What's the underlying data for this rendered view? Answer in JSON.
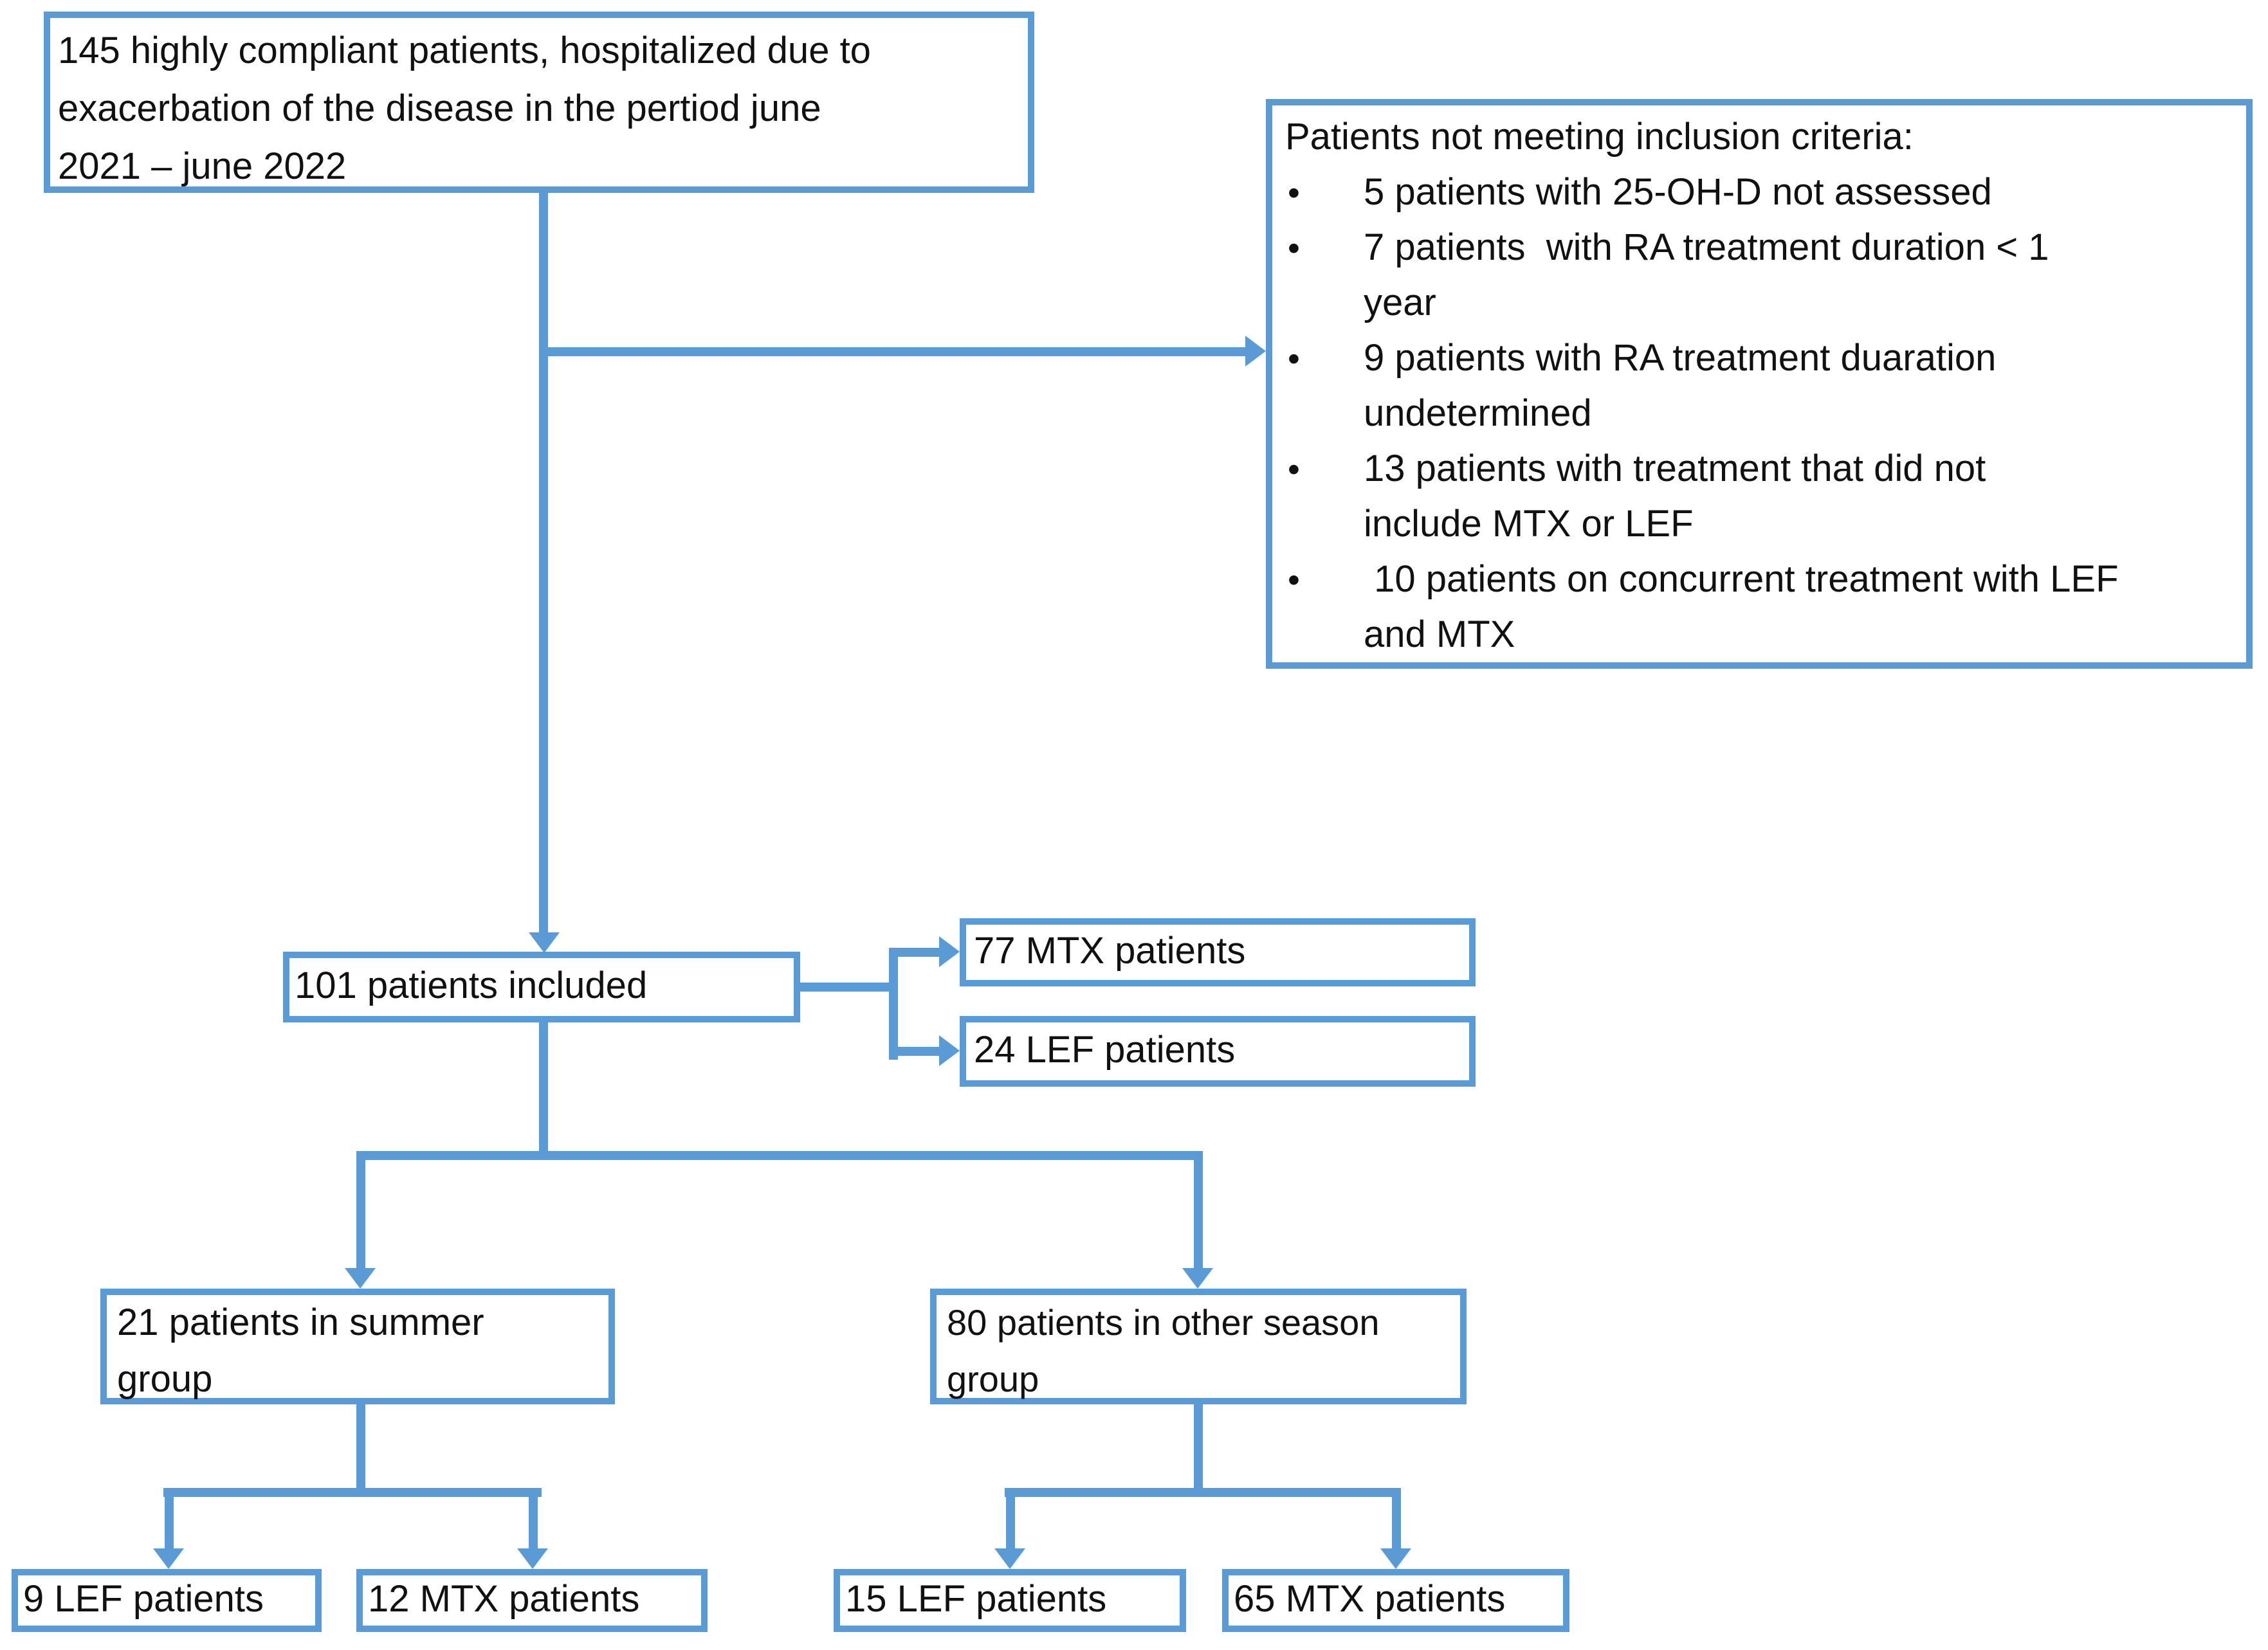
{
  "colors": {
    "accent": "#5B9BD5",
    "text": "#111111",
    "background": "#FFFFFF"
  },
  "boxes": {
    "source": {
      "text": "145 highly compliant patients, hospitalized due to\nexacerbation of the disease in the pertiod june\n2021 – june 2022"
    },
    "exclusion": {
      "header": "Patients not meeting inclusion criteria:",
      "bullet": "•",
      "items": [
        "5 patients with 25-OH-D not assessed",
        "7 patients  with RA treatment duration < 1\nyear",
        "9 patients with RA treatment duaration\nundetermined",
        "13 patients with treatment that did not\ninclude MTX or LEF",
        " 10 patients on concurrent treatment with LEF\nand MTX"
      ]
    },
    "included": {
      "text": "101 patients included"
    },
    "mtx_total": {
      "text": "77 MTX patients"
    },
    "lef_total": {
      "text": "24 LEF patients"
    },
    "summer_group": {
      "text": "21 patients in summer\ngroup"
    },
    "other_group": {
      "text": "80 patients in other season\ngroup"
    },
    "summer_lef": {
      "text": "9 LEF patients"
    },
    "summer_mtx": {
      "text": "12 MTX patients"
    },
    "other_lef": {
      "text": "15 LEF patients"
    },
    "other_mtx": {
      "text": "65 MTX patients"
    }
  }
}
